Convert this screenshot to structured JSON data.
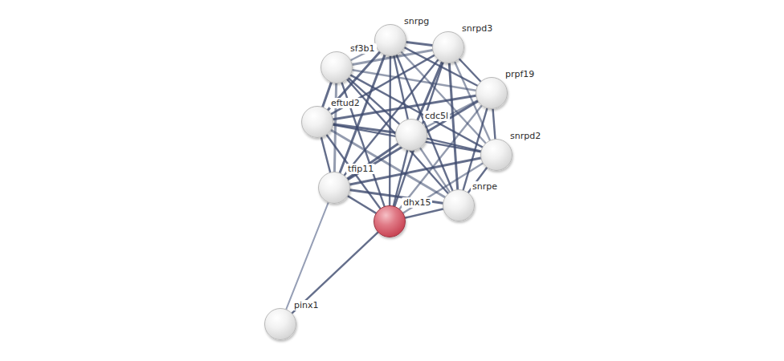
{
  "diagram": {
    "nodes": [
      {
        "text": [
          "snrpg"
        ]
      },
      {
        "text": [
          "snrpd3"
        ]
      },
      {
        "text": [
          "sf3b1"
        ]
      },
      {
        "text": [
          "prpf19"
        ]
      },
      {
        "text": [
          "eftud2"
        ]
      },
      {
        "text": [
          "cdc5l"
        ]
      },
      {
        "text": [
          "snrpd2"
        ]
      },
      {
        "text": [
          "tfip11"
        ]
      },
      {
        "text": [
          "snrpe"
        ]
      },
      {
        "text": [
          "dhx15"
        ]
      },
      {
        "text": [
          "pinx1"
        ]
      }
    ],
    "edges": [
      {
        "from": 0,
        "to": 1,
        "arrow": "none"
      },
      {
        "from": 0,
        "to": 2,
        "arrow": "none"
      },
      {
        "from": 0,
        "to": 3,
        "arrow": "none"
      },
      {
        "from": 0,
        "to": 4,
        "arrow": "none"
      },
      {
        "from": 0,
        "to": 5,
        "arrow": "none"
      },
      {
        "from": 0,
        "to": 6,
        "arrow": "none"
      },
      {
        "from": 0,
        "to": 7,
        "arrow": "none"
      },
      {
        "from": 0,
        "to": 8,
        "arrow": "none"
      },
      {
        "from": 0,
        "to": 9,
        "arrow": "none"
      },
      {
        "from": 1,
        "to": 2,
        "arrow": "none"
      },
      {
        "from": 1,
        "to": 3,
        "arrow": "none"
      },
      {
        "from": 1,
        "to": 4,
        "arrow": "none"
      },
      {
        "from": 1,
        "to": 5,
        "arrow": "none"
      },
      {
        "from": 1,
        "to": 6,
        "arrow": "none"
      },
      {
        "from": 1,
        "to": 7,
        "arrow": "none"
      },
      {
        "from": 1,
        "to": 8,
        "arrow": "none"
      },
      {
        "from": 1,
        "to": 9,
        "arrow": "none"
      },
      {
        "from": 2,
        "to": 3,
        "arrow": "none"
      },
      {
        "from": 2,
        "to": 4,
        "arrow": "none"
      },
      {
        "from": 2,
        "to": 5,
        "arrow": "none"
      },
      {
        "from": 2,
        "to": 6,
        "arrow": "none"
      },
      {
        "from": 2,
        "to": 7,
        "arrow": "none"
      },
      {
        "from": 2,
        "to": 8,
        "arrow": "none"
      },
      {
        "from": 2,
        "to": 9,
        "arrow": "none"
      },
      {
        "from": 3,
        "to": 4,
        "arrow": "none"
      },
      {
        "from": 3,
        "to": 5,
        "arrow": "none"
      },
      {
        "from": 3,
        "to": 6,
        "arrow": "none"
      },
      {
        "from": 3,
        "to": 7,
        "arrow": "none"
      },
      {
        "from": 3,
        "to": 8,
        "arrow": "none"
      },
      {
        "from": 3,
        "to": 9,
        "arrow": "none"
      },
      {
        "from": 4,
        "to": 5,
        "arrow": "none"
      },
      {
        "from": 4,
        "to": 6,
        "arrow": "none"
      },
      {
        "from": 4,
        "to": 7,
        "arrow": "none"
      },
      {
        "from": 4,
        "to": 8,
        "arrow": "none"
      },
      {
        "from": 4,
        "to": 9,
        "arrow": "none"
      },
      {
        "from": 5,
        "to": 6,
        "arrow": "none"
      },
      {
        "from": 5,
        "to": 7,
        "arrow": "none"
      },
      {
        "from": 5,
        "to": 8,
        "arrow": "none"
      },
      {
        "from": 5,
        "to": 9,
        "arrow": "none"
      },
      {
        "from": 6,
        "to": 7,
        "arrow": "none"
      },
      {
        "from": 6,
        "to": 8,
        "arrow": "none"
      },
      {
        "from": 6,
        "to": 9,
        "arrow": "none"
      },
      {
        "from": 7,
        "to": 8,
        "arrow": "none"
      },
      {
        "from": 7,
        "to": 9,
        "arrow": "none"
      },
      {
        "from": 8,
        "to": 9,
        "arrow": "none"
      },
      {
        "from": 7,
        "to": 10,
        "arrow": "none"
      },
      {
        "from": 9,
        "to": 10,
        "arrow": "none"
      }
    ]
  }
}
